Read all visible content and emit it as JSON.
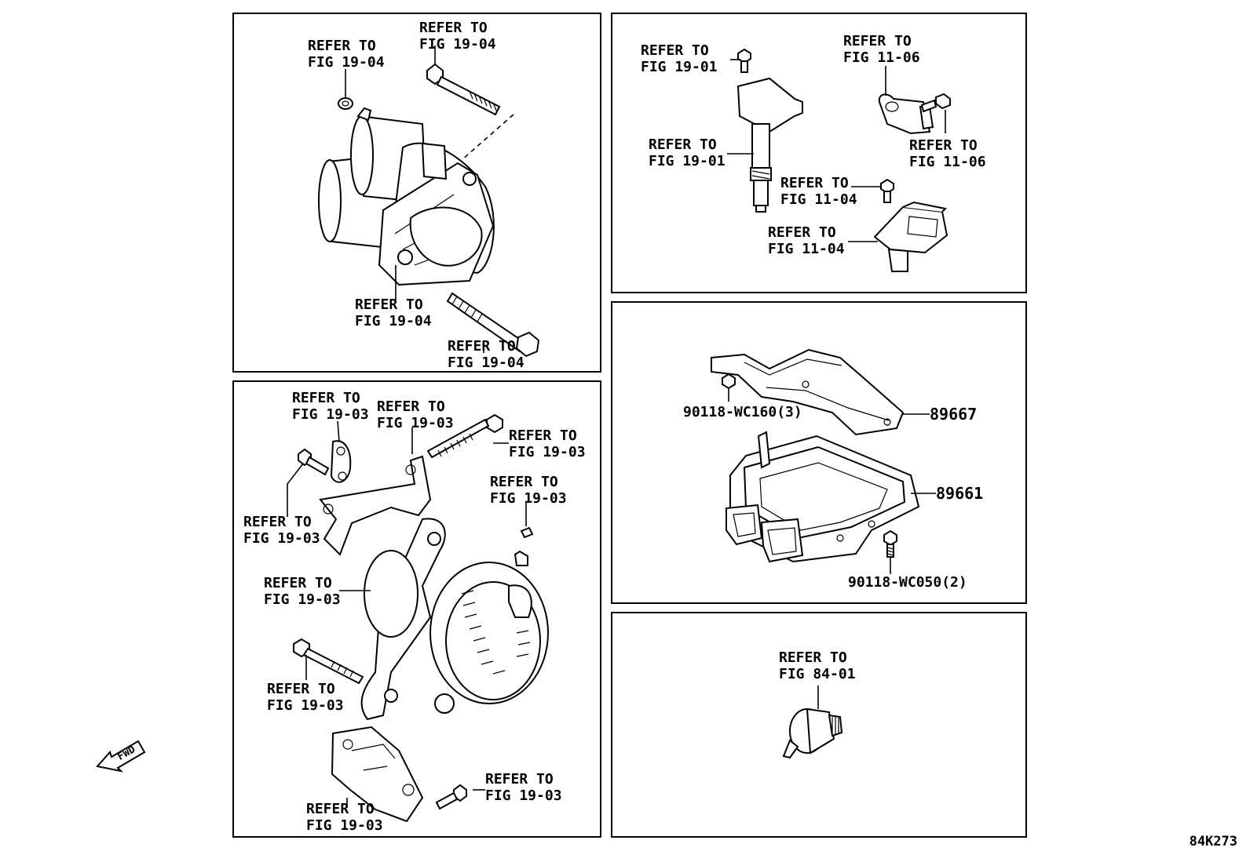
{
  "diagram_code": "84K273",
  "fwd_label": "FWD",
  "panels": {
    "starter": {
      "refs": [
        {
          "l1": "REFER TO",
          "l2": "FIG 19-04"
        },
        {
          "l1": "REFER TO",
          "l2": "FIG 19-04"
        },
        {
          "l1": "REFER TO",
          "l2": "FIG 19-04"
        },
        {
          "l1": "REFER TO",
          "l2": "FIG 19-04"
        }
      ]
    },
    "alternator": {
      "refs": [
        {
          "l1": "REFER TO",
          "l2": "FIG 19-03"
        },
        {
          "l1": "REFER TO",
          "l2": "FIG 19-03"
        },
        {
          "l1": "REFER TO",
          "l2": "FIG 19-03"
        },
        {
          "l1": "REFER TO",
          "l2": "FIG 19-03"
        },
        {
          "l1": "REFER TO",
          "l2": "FIG 19-03"
        },
        {
          "l1": "REFER TO",
          "l2": "FIG 19-03"
        },
        {
          "l1": "REFER TO",
          "l2": "FIG 19-03"
        },
        {
          "l1": "REFER TO",
          "l2": "FIG 19-03"
        },
        {
          "l1": "REFER TO",
          "l2": "FIG 19-03"
        }
      ]
    },
    "sensors": {
      "refs": [
        {
          "l1": "REFER TO",
          "l2": "FIG 19-01"
        },
        {
          "l1": "REFER TO",
          "l2": "FIG 19-01"
        },
        {
          "l1": "REFER TO",
          "l2": "FIG 11-06"
        },
        {
          "l1": "REFER TO",
          "l2": "FIG 11-06"
        },
        {
          "l1": "REFER TO",
          "l2": "FIG 11-04"
        },
        {
          "l1": "REFER TO",
          "l2": "FIG 11-04"
        }
      ]
    },
    "ecu": {
      "parts": [
        {
          "number": "89667"
        },
        {
          "number": "89661"
        },
        {
          "number": "90118-WC160(3)"
        },
        {
          "number": "90118-WC050(2)"
        }
      ]
    },
    "oil_switch": {
      "refs": [
        {
          "l1": "REFER TO",
          "l2": "FIG 84-01"
        }
      ]
    }
  }
}
